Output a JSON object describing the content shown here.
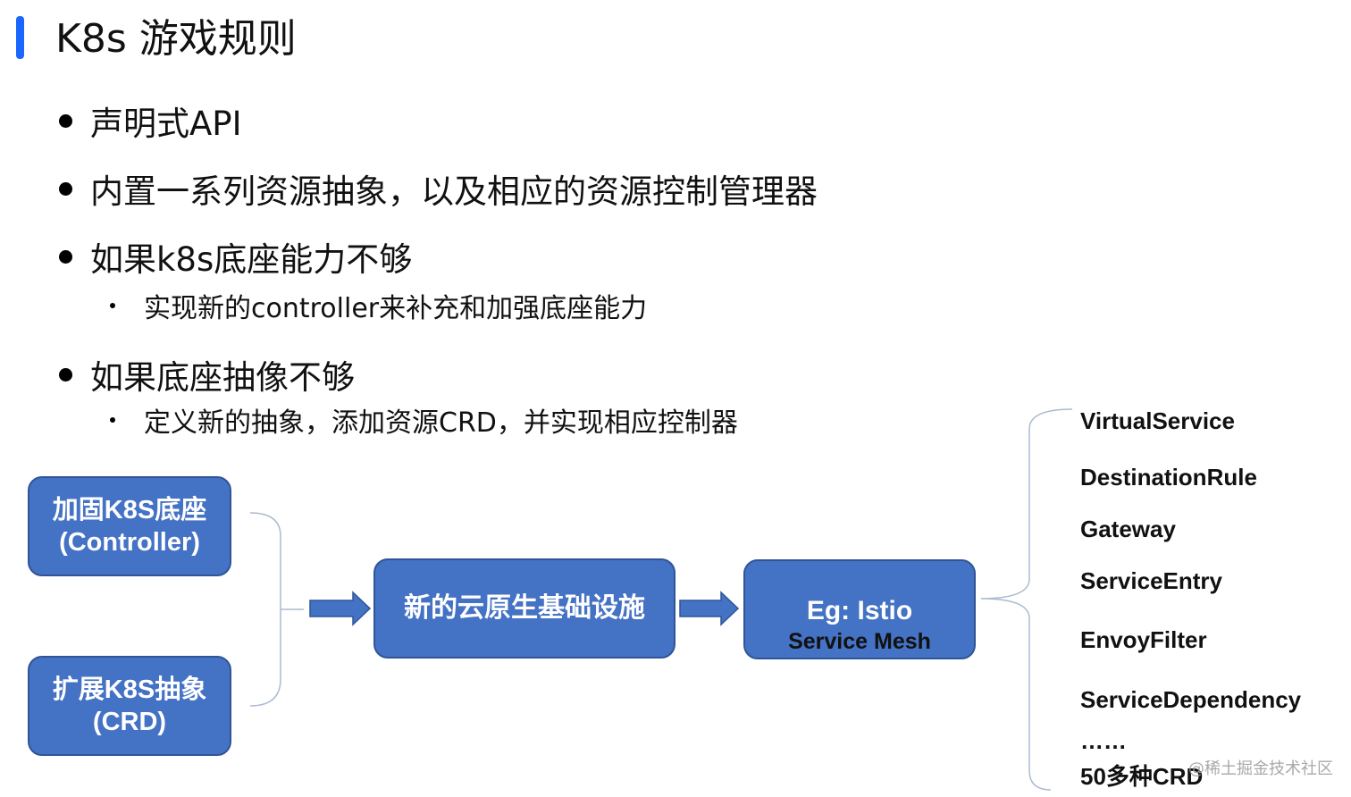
{
  "title": "K8s 游戏规则",
  "bullets": [
    {
      "text": "声明式API"
    },
    {
      "text": "内置一系列资源抽象，以及相应的资源控制管理器"
    },
    {
      "text": "如果k8s底座能力不够",
      "sub": "实现新的controller来补充和加强底座能力"
    },
    {
      "text": "如果底座抽像不够",
      "sub": "定义新的抽象，添加资源CRD，并实现相应控制器"
    }
  ],
  "diagram": {
    "box_controller": [
      "加固K8S底座",
      "(Controller)"
    ],
    "box_crd": [
      "扩展K8S抽象",
      "(CRD)"
    ],
    "box_infra": "新的云原生基础设施",
    "box_istio": [
      "Eg: Istio",
      "Service Mesh"
    ],
    "crd_list": [
      "VirtualService",
      "DestinationRule",
      "Gateway",
      "ServiceEntry",
      "EnvoyFilter",
      "ServiceDependency",
      "……",
      "50多种CRD"
    ],
    "colors": {
      "box_fill": "#4472c4",
      "box_border": "#2f5597",
      "accent": "#1a66ff",
      "arrow": "#4472c4",
      "bracket": "#aabbd0"
    }
  },
  "watermark": "@稀土掘金技术社区"
}
